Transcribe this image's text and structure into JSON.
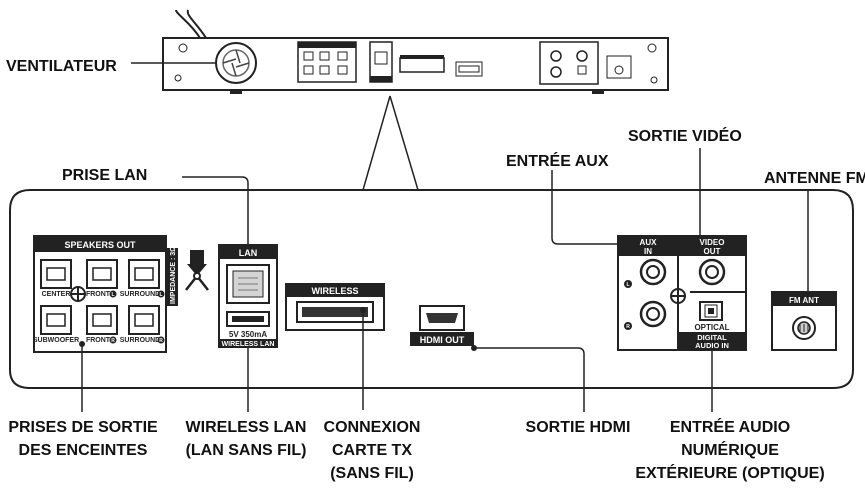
{
  "callouts": {
    "ventilateur": "VENTILATEUR",
    "prise_lan": "PRISE LAN",
    "entree_aux": "ENTRÉE AUX",
    "sortie_video": "SORTIE VIDÉO",
    "antenne_fm": "ANTENNE FM",
    "prises_sortie": [
      "PRISES DE SORTIE",
      "DES ENCEINTES"
    ],
    "wireless_lan": [
      "WIRELESS LAN",
      "(LAN SANS FIL)"
    ],
    "connexion": [
      "CONNEXION",
      "CARTE TX",
      "(SANS FIL)"
    ],
    "sortie_hdmi": "SORTIE HDMI",
    "entree_audio": [
      "ENTRÉE AUDIO",
      "NUMÉRIQUE",
      "EXTÉRIEURE (OPTIQUE)"
    ]
  },
  "panel": {
    "speakers_out": "SPEAKERS OUT",
    "impedance": "IMPEDANCE : 3Ω",
    "center": "CENTER",
    "front_l": "FRONT",
    "surround_l": "SURROUND",
    "subwoofer": "SUBWOOFER",
    "front_r": "FRONT",
    "surround_r": "SURROUND",
    "lan": "LAN",
    "lan_power": "5V 350mA",
    "wireless_lan": "WIRELESS LAN",
    "wireless": "WIRELESS",
    "hdmi_out": "HDMI OUT",
    "aux_in": [
      "AUX",
      "IN"
    ],
    "video_out": [
      "VIDEO",
      "OUT"
    ],
    "optical": "OPTICAL",
    "digital_audio_in": [
      "DIGITAL",
      "AUDIO IN"
    ],
    "fm_ant": "FM ANT",
    "ch_l": "L",
    "ch_r": "R"
  }
}
